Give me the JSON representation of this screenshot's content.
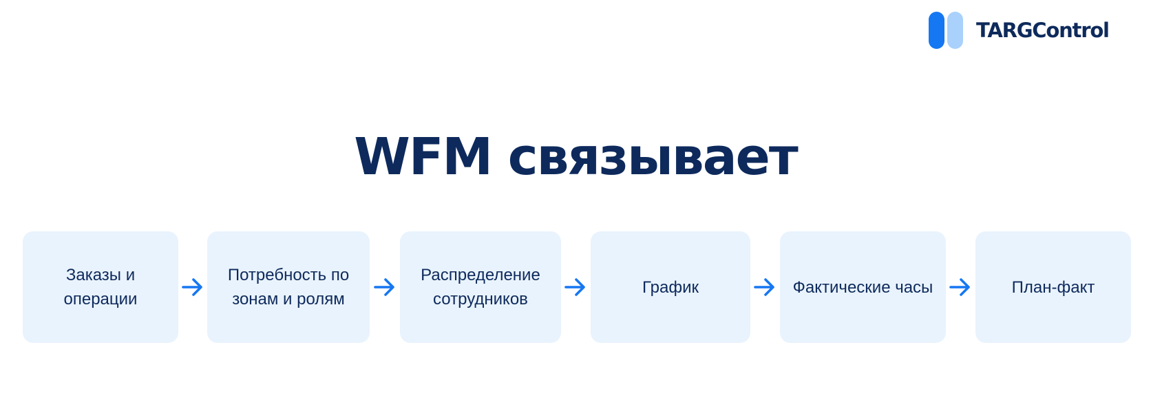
{
  "brand": {
    "name": "TARGControl",
    "colors": {
      "primary": "#1677f2",
      "secondary": "#a9d1fb",
      "text": "#0e2a5c",
      "card": "#e9f3fd"
    }
  },
  "title": "WFM связывает",
  "steps": [
    {
      "label": "Заказы и\nоперации"
    },
    {
      "label": "Потребность по\nзонам и ролям"
    },
    {
      "label": "Распределение\nсотрудников"
    },
    {
      "label": "График"
    },
    {
      "label": "Фактические часы"
    },
    {
      "label": "План-факт"
    }
  ]
}
